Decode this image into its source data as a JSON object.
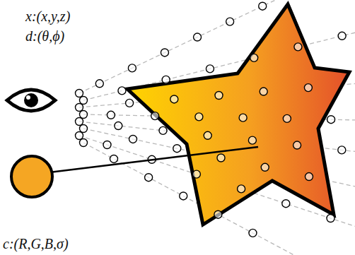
{
  "diagram": {
    "labels": [
      "x:(x,y,z)",
      "d:(θ,ϕ)",
      "c:(R,G,B,σ)"
    ]
  }
}
